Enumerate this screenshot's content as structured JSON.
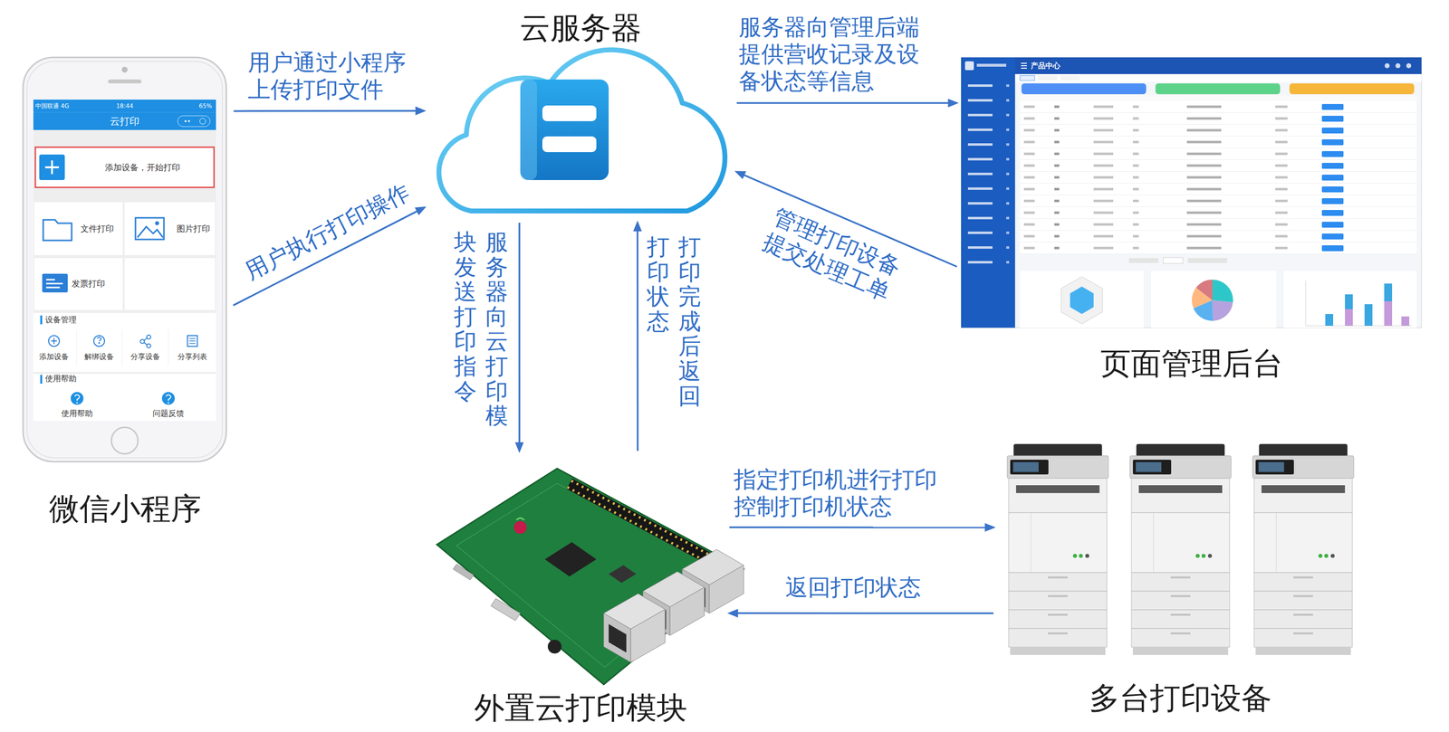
{
  "diagram": {
    "nodes": [
      {
        "text": [
          "微信小程序"
        ]
      },
      {
        "text": [
          "云服务器"
        ]
      },
      {
        "text": [
          "页面管理后台"
        ]
      },
      {
        "text": [
          "外置云打印模块"
        ]
      },
      {
        "text": [
          "多台打印设备"
        ]
      }
    ],
    "edges": [
      {
        "from": 0,
        "to": 1,
        "label": "用户通过小程序上传打印文件",
        "arrow": "to"
      },
      {
        "from": 0,
        "to": 1,
        "label": "用户执行打印操作",
        "arrow": "to"
      },
      {
        "from": 1,
        "to": 2,
        "label": "服务器向管理后端提供营收记录及设备状态等信息",
        "arrow": "to"
      },
      {
        "from": 2,
        "to": 1,
        "label": "管理打印设备提交处理工单",
        "arrow": "to"
      },
      {
        "from": 1,
        "to": 3,
        "label": "服务器向云打印模块发送打印指令",
        "arrow": "to"
      },
      {
        "from": 3,
        "to": 1,
        "label": "打印完成后返回打印状态",
        "arrow": "to"
      },
      {
        "from": 3,
        "to": 4,
        "label": "指定打印机进行打印控制打印机状态",
        "arrow": "to"
      },
      {
        "from": 4,
        "to": 3,
        "label": "返回打印状态",
        "arrow": "to"
      }
    ],
    "labels": [
      "中国联通 4G",
      "18:44",
      "65%",
      "云打印",
      "添加设备，开始打印",
      "文件打印",
      "图片打印",
      "发票打印",
      "设备管理",
      "添加设备",
      "解绑设备",
      "分享设备",
      "分享列表",
      "使用帮助",
      "使用帮助",
      "问题反馈",
      "产品中心"
    ]
  }
}
